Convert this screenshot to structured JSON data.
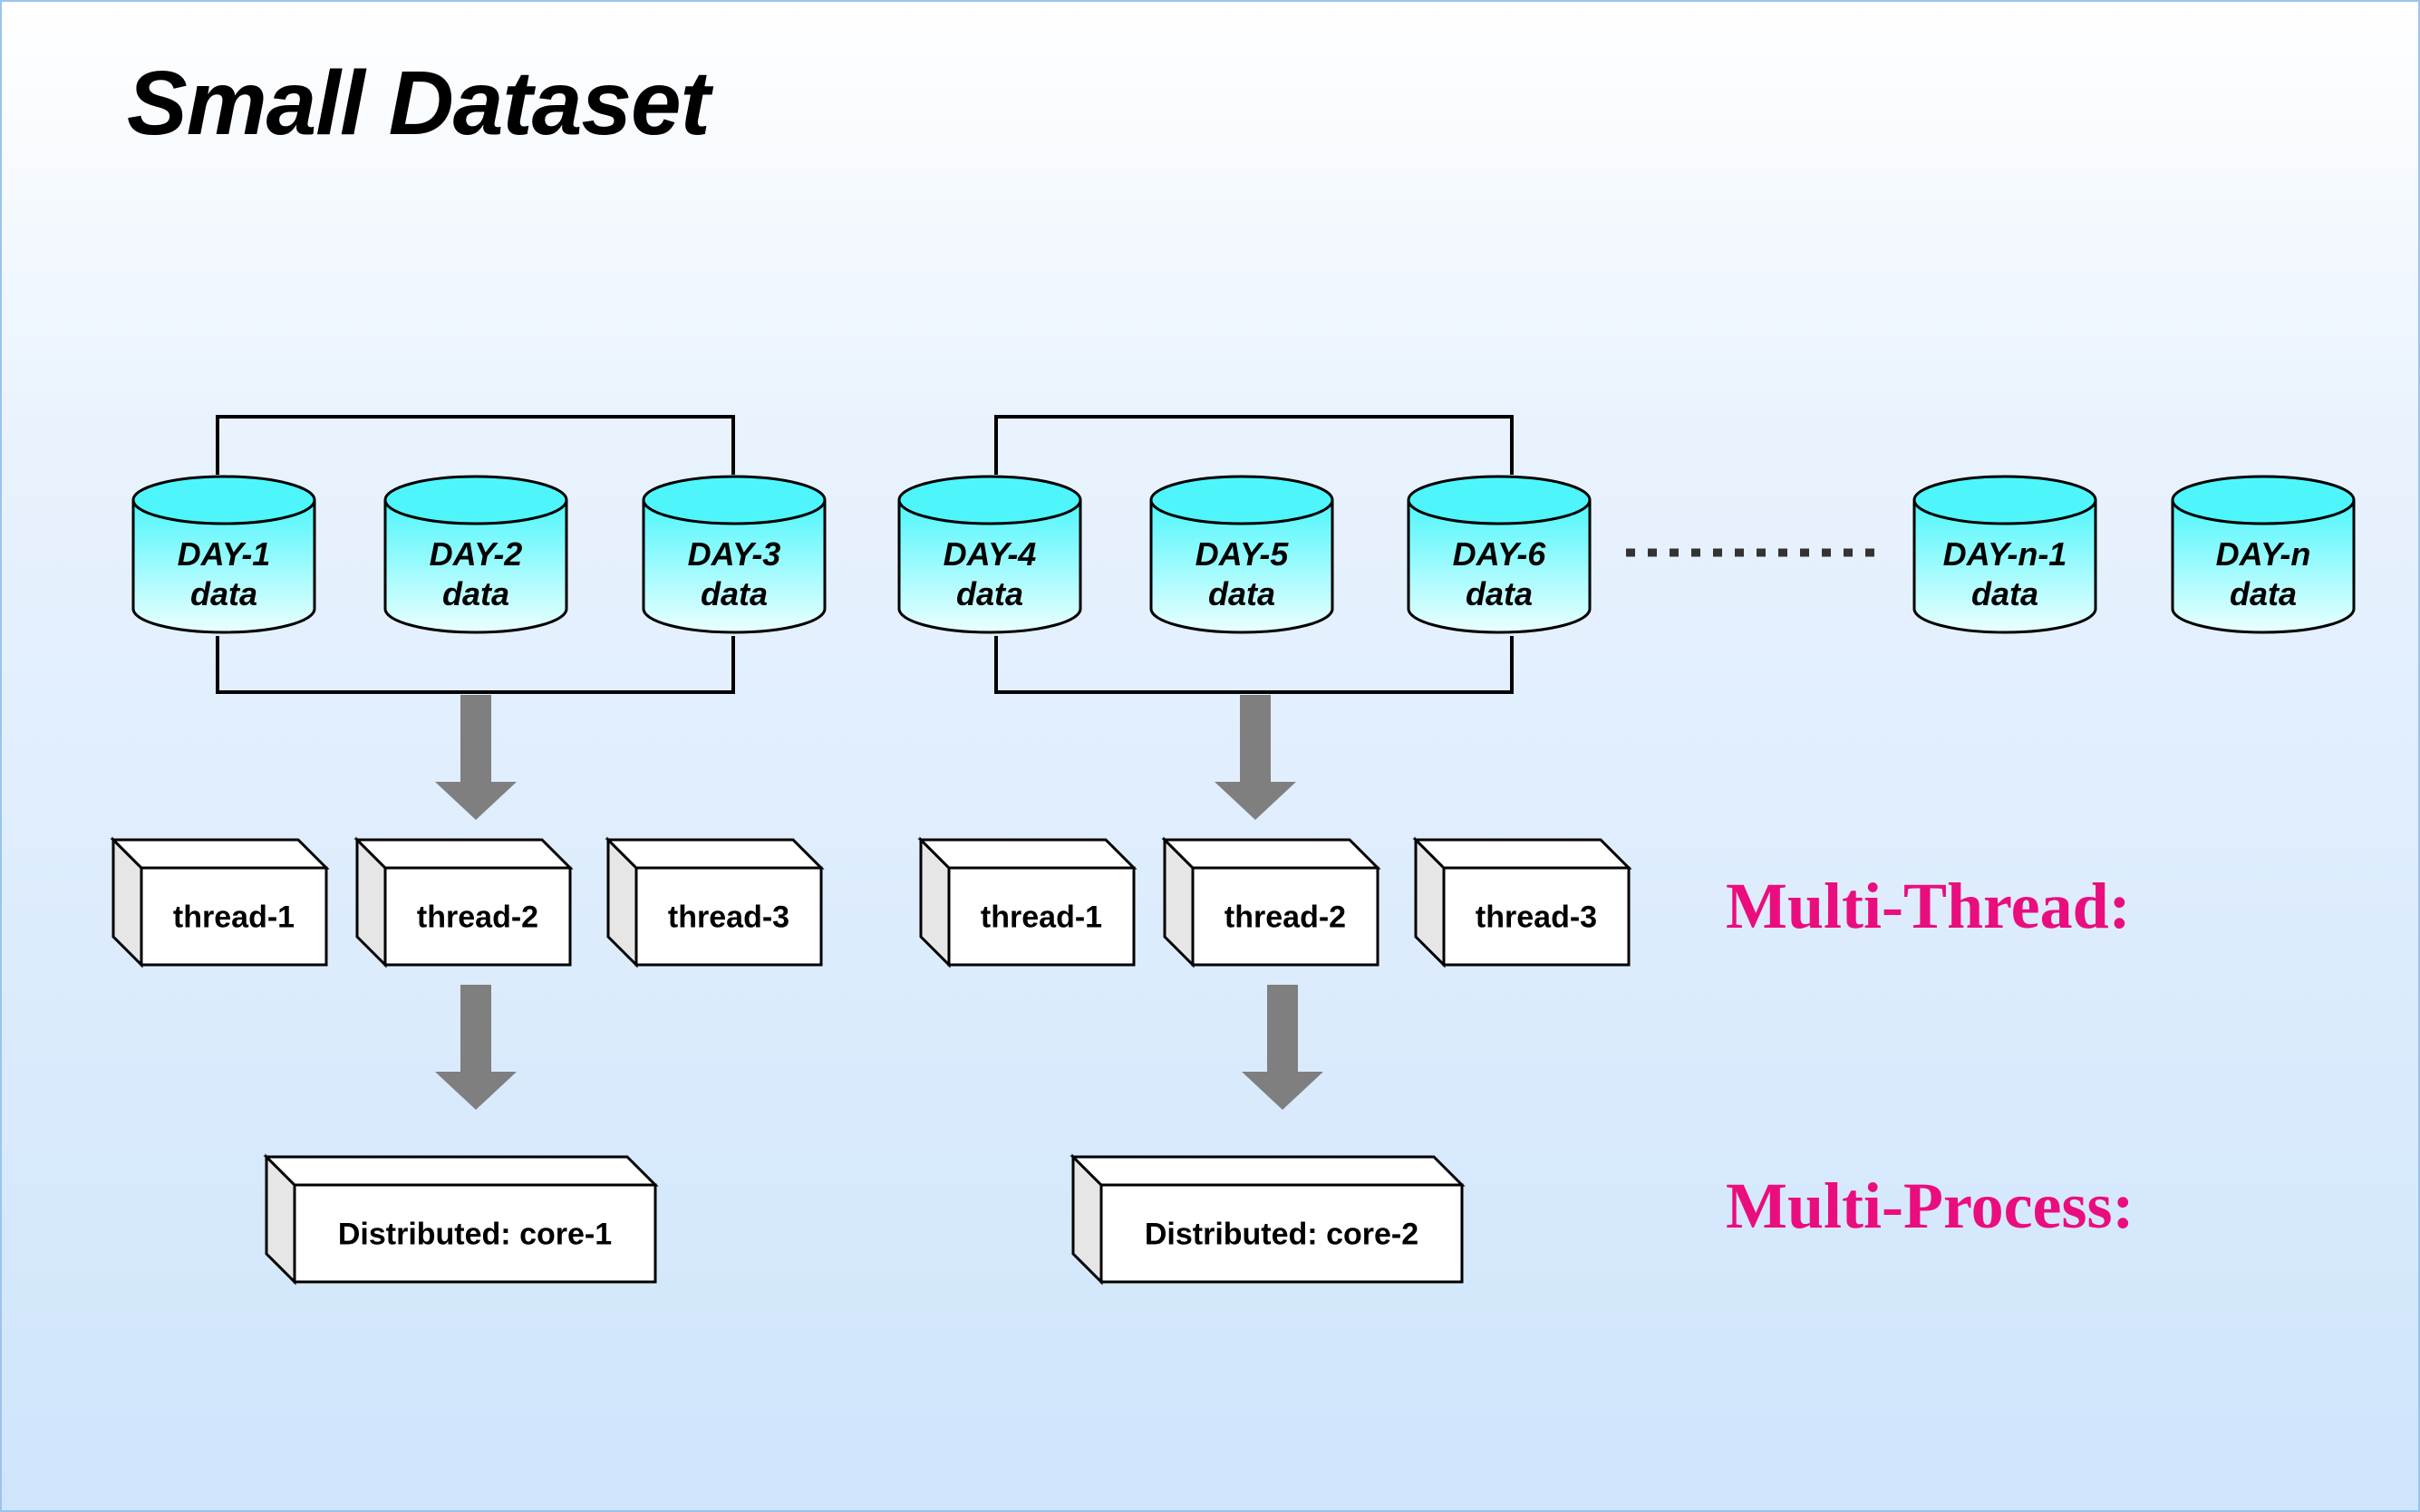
{
  "title": "Small Dataset",
  "datasets": [
    {
      "line1": "DAY-1",
      "line2": "data"
    },
    {
      "line1": "DAY-2",
      "line2": "data"
    },
    {
      "line1": "DAY-3",
      "line2": "data"
    },
    {
      "line1": "DAY-4",
      "line2": "data"
    },
    {
      "line1": "DAY-5",
      "line2": "data"
    },
    {
      "line1": "DAY-6",
      "line2": "data"
    },
    {
      "line1": "DAY-n-1",
      "line2": "data"
    },
    {
      "line1": "DAY-n",
      "line2": "data"
    }
  ],
  "threads": [
    "thread-1",
    "thread-2",
    "thread-3",
    "thread-1",
    "thread-2",
    "thread-3"
  ],
  "processes": [
    "Distributed: core-1",
    "Distributed: core-2"
  ],
  "labels": {
    "multi_thread": "Multi-Thread:",
    "multi_process": "Multi-Process:"
  },
  "colors": {
    "cylinder_top": "#4ef6fb",
    "cylinder_bottom": "#eaffff",
    "arrow": "#7f7f7f",
    "label_accent": "#ea0d7e",
    "box_side": "#e6e6e6"
  }
}
